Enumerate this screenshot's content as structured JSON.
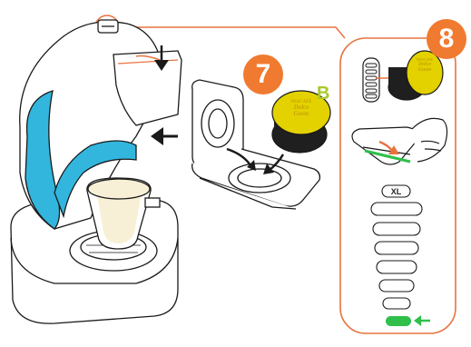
{
  "steps": {
    "step_7": {
      "number": "7"
    },
    "step_8": {
      "number": "8"
    }
  },
  "capsule_label": "B",
  "capsule_brand": {
    "line1": "NESCAFÉ",
    "line2": "Dolce",
    "line3": "Gusto"
  },
  "water_level": {
    "xl_label": "XL",
    "levels_lit": 1,
    "levels_total": 7
  },
  "colors": {
    "accent_orange": "#e8733f",
    "badge_orange": "#f07a30",
    "capsule_yellow": "#e3d200",
    "label_green": "#a8c92a",
    "machine_blue": "#33b6de",
    "indicator_green": "#2fbf4a",
    "line": "#1a1a1a"
  },
  "icons": [
    "arrow-down-icon",
    "arrow-left-icon",
    "arrow-right-icon",
    "hand-icon",
    "curved-arrow-icon"
  ]
}
